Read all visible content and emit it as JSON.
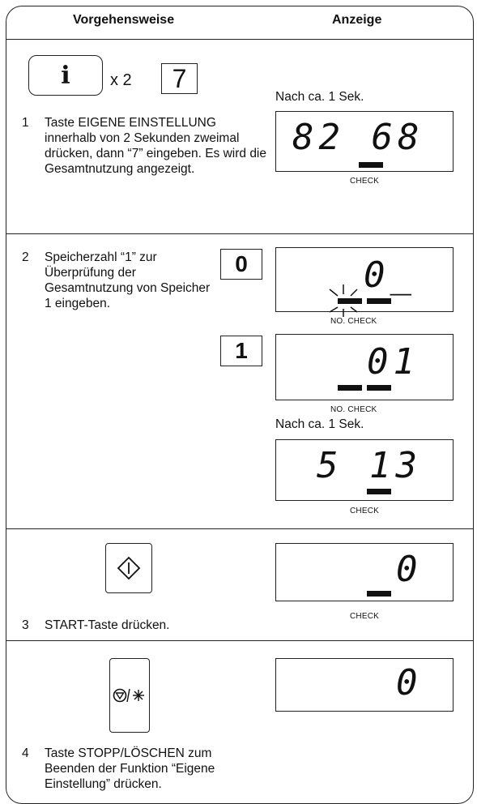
{
  "header": {
    "col1": "Vorgehensweise",
    "col2": "Anzeige"
  },
  "step1": {
    "info_key": "i",
    "times": "x 2",
    "digit_key": "7",
    "number": "1",
    "text": "Taste EIGENE EINSTELLUNG innerhalb von 2 Sekunden zweimal drücken, dann “7” eingeben. Es wird die Gesamtnutzung angezeigt.",
    "after": "Nach ca. 1 Sek.",
    "lcd_digits": "82 68",
    "lcd_label": "CHECK"
  },
  "step2": {
    "number": "2",
    "text": "Speicherzahl “1” zur Überprüfung der Gesamtnutzung von Speicher 1 eingeben.",
    "key0": "0",
    "key1": "1",
    "lcd1_digits": "0_",
    "lcd1_label": "NO. CHECK",
    "lcd2_digits": "01",
    "lcd2_label": "NO. CHECK",
    "after": "Nach ca. 1 Sek.",
    "lcd3_digits": "5 13",
    "lcd3_label": "CHECK"
  },
  "step3": {
    "number": "3",
    "text": "START-Taste drücken.",
    "lcd_digits": "0",
    "lcd_label": "CHECK"
  },
  "step4": {
    "number": "4",
    "text": "Taste STOPP/LÖSCHEN zum Beenden der Funktion “Eigene Einstellung” drücken.",
    "lcd_digits": "0"
  }
}
